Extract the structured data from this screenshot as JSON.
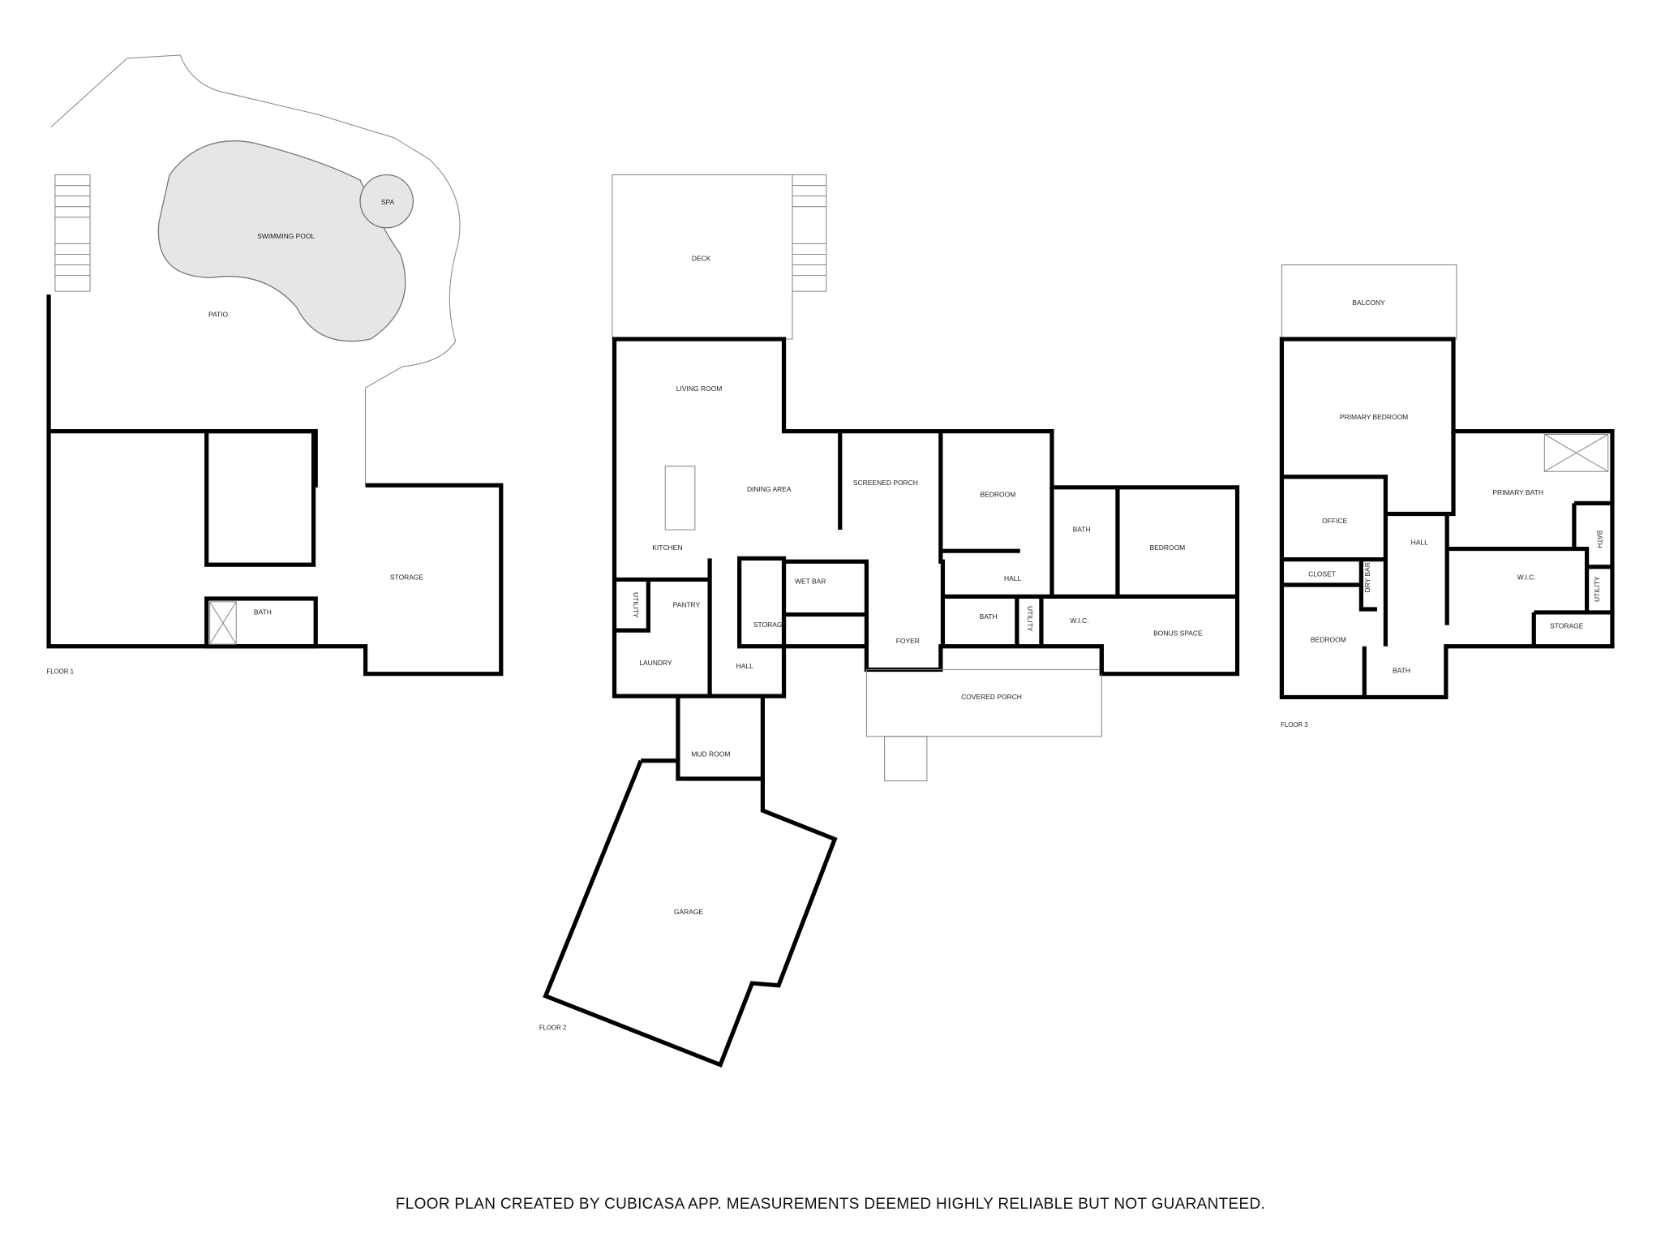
{
  "floor1": {
    "label": "FLOOR 1",
    "rooms": {
      "patio": "PATIO",
      "pool": "SWIMMING POOL",
      "spa": "SPA",
      "storage": "STORAGE",
      "bath": "BATH"
    }
  },
  "floor2": {
    "label": "FLOOR 2",
    "rooms": {
      "deck": "DECK",
      "living": "LIVING ROOM",
      "dining": "DINING AREA",
      "kitchen": "KITCHEN",
      "screened": "SCREENED PORCH",
      "bedroom1": "BEDROOM",
      "bath1": "BATH",
      "bedroom2": "BEDROOM",
      "wetbar": "WET BAR",
      "hall1": "HALL",
      "utility1": "UTILITY",
      "pantry": "PANTRY",
      "storage": "STORAGE",
      "foyer": "FOYER",
      "bath2": "BATH",
      "utility2": "UTILITY",
      "wic": "W.I.C.",
      "bonus": "BONUS SPACE",
      "laundry": "LAUNDRY",
      "hall2": "HALL",
      "covered": "COVERED PORCH",
      "mud": "MUD ROOM",
      "garage": "GARAGE"
    }
  },
  "floor3": {
    "label": "FLOOR 3",
    "rooms": {
      "balcony": "BALCONY",
      "primary_bed": "PRIMARY BEDROOM",
      "primary_bath": "PRIMARY BATH",
      "office": "OFFICE",
      "hall": "HALL",
      "bath1": "BATH",
      "closet": "CLOSET",
      "drybar": "DRY BAR",
      "wic": "W.I.C.",
      "utility": "UTILITY",
      "bedroom": "BEDROOM",
      "storage": "STORAGE",
      "bath2": "BATH"
    }
  },
  "footer": "FLOOR PLAN CREATED BY CUBICASA APP. MEASUREMENTS DEEMED HIGHLY RELIABLE BUT NOT GUARANTEED."
}
